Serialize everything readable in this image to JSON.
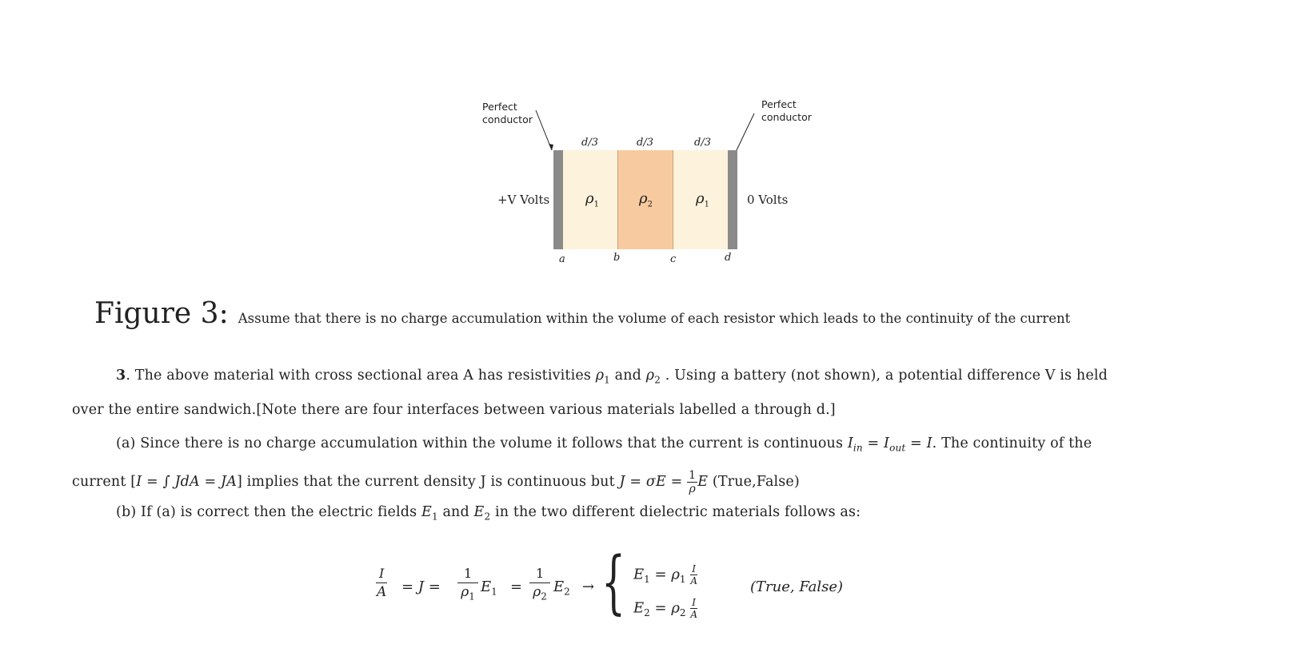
{
  "figure": {
    "left_conductor_line1": "Perfect",
    "left_conductor_line2": "conductor",
    "right_conductor_line1": "Perfect",
    "right_conductor_line2": "conductor",
    "left_voltage": "+V Volts",
    "right_voltage": "0 Volts",
    "widths": [
      "d/3",
      "d/3",
      "d/3"
    ],
    "regions": [
      {
        "symbol": "ρ",
        "sub": "1"
      },
      {
        "symbol": "ρ",
        "sub": "2"
      },
      {
        "symbol": "ρ",
        "sub": "1"
      }
    ],
    "interfaces": [
      "a",
      "b",
      "c",
      "d"
    ],
    "colors": {
      "plate": "#8a8a8a",
      "light": "#fdf3dc",
      "dark": "#f8caa0"
    }
  },
  "caption": {
    "label": "Figure 3:",
    "text": "Assume that there is no charge accumulation within the volume of each resistor which leads to the continuity of the current"
  },
  "problem": {
    "number": "3",
    "line1_a": ". The above material with cross sectional area A has resistivities ",
    "rho1": "ρ",
    "rho1_sub": "1",
    "and": " and ",
    "rho2": "ρ",
    "rho2_sub": "2",
    "line1_b": " .  Using a battery (not shown), a potential difference V is held",
    "line2": "over the entire sandwich.[Note there are four interfaces between various materials labelled a through d.]",
    "a_line1": "(a) Since there is no charge accumulation within the volume it follows that the current is continuous ",
    "I_in": "I",
    "in_sub": "in",
    "eq1": " = ",
    "I_out": "I",
    "out_sub": "out",
    "eq2": " = ",
    "I_end": "I",
    "a_line1_end": ". The continuity of the",
    "a_line2_a": "current [",
    "a_line2_math": "I = ∫ JdA = JA",
    "a_line2_b": "] implies that the current density J is continuous but ",
    "a_line2_math2": "J = σE = ",
    "frac_num": "1",
    "frac_den": "ρ",
    "a_line2_E": "E",
    "a_line2_end": "  (True,False)",
    "b_line1_a": "(b) If (a) is correct then the electric fields ",
    "E": "E",
    "one": "1",
    "b_and": " and ",
    "two": "2",
    "b_line1_b": " in the two different dielectric materials follows as:"
  },
  "equation": {
    "I": "I",
    "A": "A",
    "eq_J": "=  J  =",
    "one": "1",
    "rho": "ρ",
    "sub1": "1",
    "sub2": "2",
    "E": "E",
    "equals": "=",
    "arrow": "→",
    "brace": "{",
    "E1_lhs": "E",
    "E1_rhs": "= ρ",
    "E2_lhs": "E",
    "E2_rhs": "= ρ",
    "tf": "(True, False)"
  }
}
